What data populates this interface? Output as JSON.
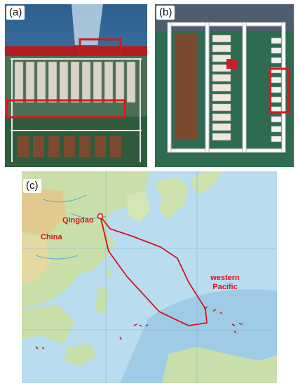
{
  "panels": {
    "a": {
      "label": "(a)"
    },
    "b": {
      "label": "(b)"
    },
    "c": {
      "label": "(c)",
      "places": {
        "qingdao": "Qingdao",
        "china": "China",
        "pacific_line1": "western",
        "pacific_line2": "Pacific"
      }
    }
  },
  "colors": {
    "highlight": "#e0141c",
    "sea": "#b9dcef",
    "land": "#c9dfa9",
    "route": "#d8141c"
  }
}
